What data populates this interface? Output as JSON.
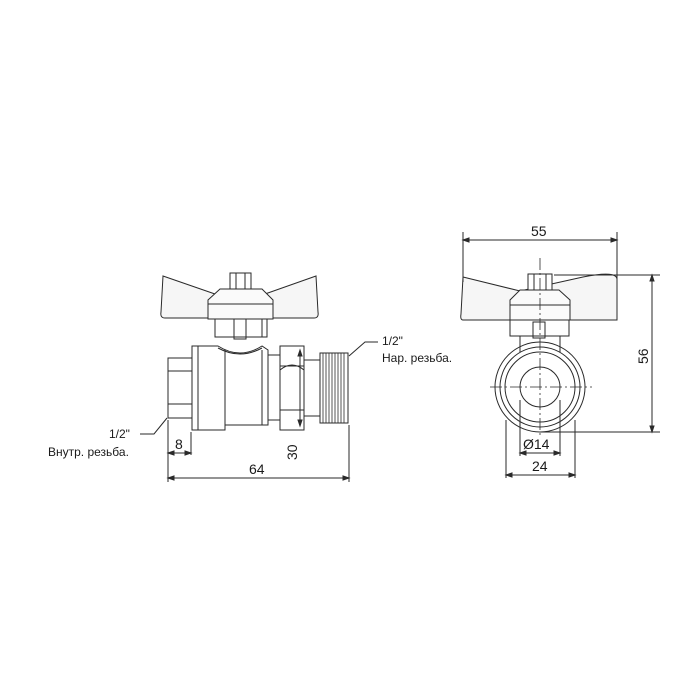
{
  "drawing": {
    "title": "Ball valve technical drawing",
    "side_view": {
      "inner_thread_size": "1/2\"",
      "inner_thread_label": "Внутр. резьба.",
      "outer_thread_size": "1/2\"",
      "outer_thread_label": "Нар. резьба.",
      "dim_thread_depth": "8",
      "dim_hex_height": "30",
      "dim_total_length": "64"
    },
    "front_view": {
      "dim_handle_width": "55",
      "dim_total_height": "56",
      "dim_bore_diameter": "Ø14",
      "dim_body_width": "24"
    },
    "colors": {
      "line": "#2a2a2a",
      "background": "#ffffff",
      "handle_fill": "#f4f4f4"
    }
  }
}
